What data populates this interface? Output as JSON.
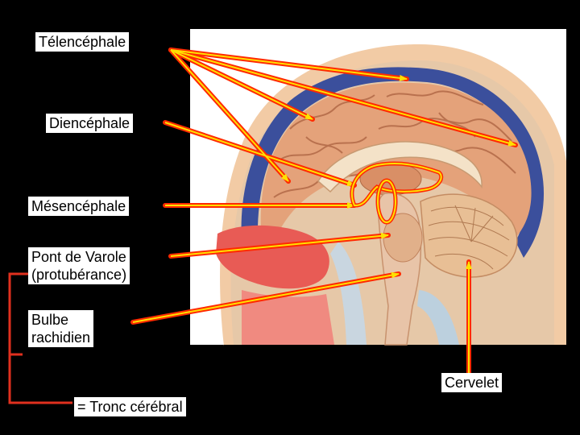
{
  "labels": {
    "telencephale": "Télencéphale",
    "diencephale": "Diencéphale",
    "mesencephale": "Mésencéphale",
    "pont_line1": "Pont de Varole",
    "pont_line2": "(protubérance)",
    "bulbe_line1": "Bulbe",
    "bulbe_line2": "rachidien",
    "cervelet": "Cervelet",
    "tronc": "= Tronc cérébral"
  },
  "colors": {
    "background": "#000000",
    "arrow_outer": "#ff2a00",
    "arrow_inner": "#ffe000",
    "bracket": "#e0301e",
    "cortex": "#e4a27a",
    "scalp": "#f2cba5",
    "cerebellum": "#e8bf95",
    "mucosa": "#e85b55"
  }
}
